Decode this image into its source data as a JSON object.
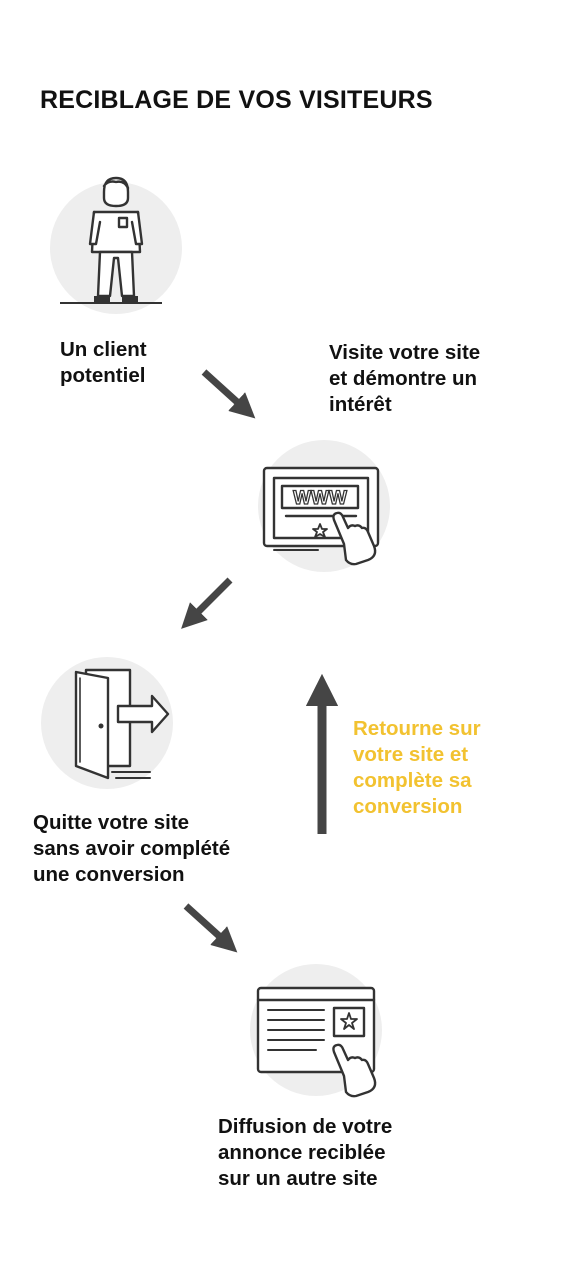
{
  "title": "RECIBLAGE DE VOS VISITEURS",
  "colors": {
    "accent": "#f2c230",
    "arrow": "#454545",
    "circle": "#eeeeee",
    "icon_stroke": "#333333"
  },
  "steps": [
    {
      "icon": "person-icon",
      "lines": [
        "Un client",
        "potentiel"
      ]
    },
    {
      "icon": "browser-www-icon",
      "lines": [
        "Visite votre site",
        "et démontre un",
        "intérêt"
      ]
    },
    {
      "icon": "exit-door-icon",
      "lines": [
        "Quitte votre site",
        "sans avoir complété",
        "une conversion"
      ]
    },
    {
      "icon": "ad-click-icon",
      "lines": [
        "Diffusion de votre",
        "annonce reciblée",
        "sur un autre site"
      ]
    },
    {
      "icon": "return-arrow-icon",
      "lines": [
        "Retourne sur",
        "votre site et",
        "complète sa",
        "conversion"
      ]
    }
  ]
}
